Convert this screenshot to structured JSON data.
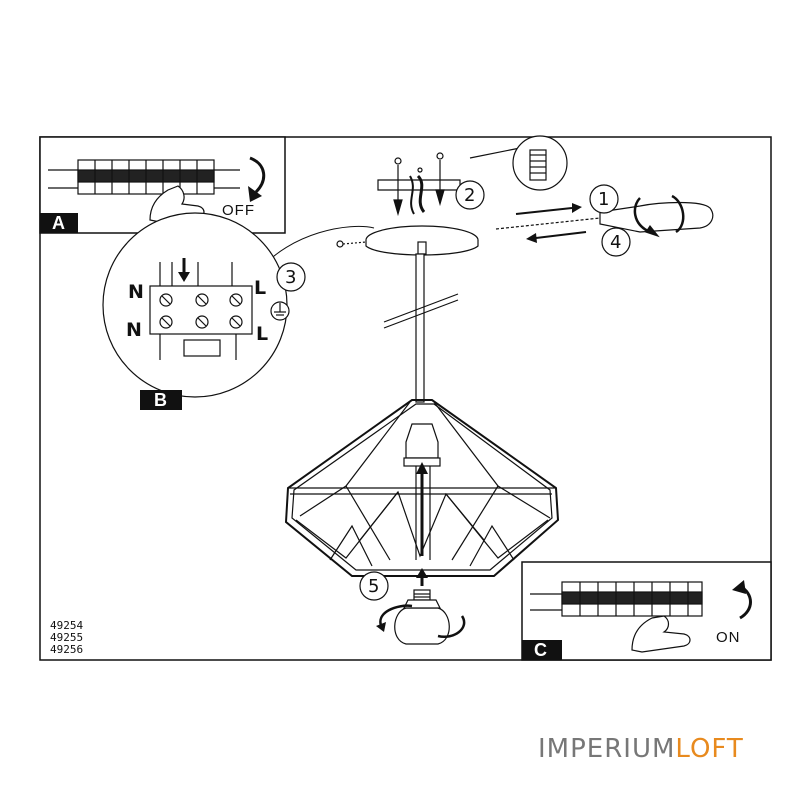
{
  "panels": {
    "a": {
      "label": "A",
      "switch_text": "OFF"
    },
    "b": {
      "label": "B"
    },
    "c": {
      "label": "C",
      "switch_text": "ON"
    }
  },
  "steps": [
    "1",
    "2",
    "3",
    "4",
    "5"
  ],
  "terminal_labels": {
    "n_top": "N",
    "l_top": "L",
    "n_bottom": "N",
    "l_bottom": "L"
  },
  "model_numbers": [
    "49254",
    "49255",
    "49256"
  ],
  "brand": {
    "main": "IMPERIUM",
    "accent": "LOFT",
    "accent_color": "#e88a1e"
  },
  "colors": {
    "line": "#111111",
    "watermark": "#777777"
  }
}
